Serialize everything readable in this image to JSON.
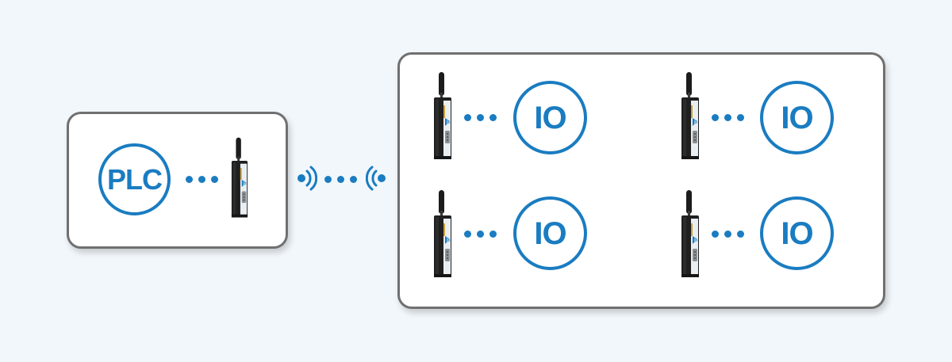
{
  "nodes": {
    "plc": {
      "label": "PLC"
    },
    "io": [
      {
        "label": "IO"
      },
      {
        "label": "IO"
      },
      {
        "label": "IO"
      },
      {
        "label": "IO"
      }
    ]
  },
  "colors": {
    "background": "#f2f7fb",
    "accent_blue": "#1a7cc1",
    "panel_border": "#707070",
    "panel_fill": "#ffffff",
    "device_body": "#1f1f1f"
  },
  "icons": {
    "radio_device": "wireless-radio-transceiver-icon",
    "signal": "wireless-signal-icon"
  }
}
